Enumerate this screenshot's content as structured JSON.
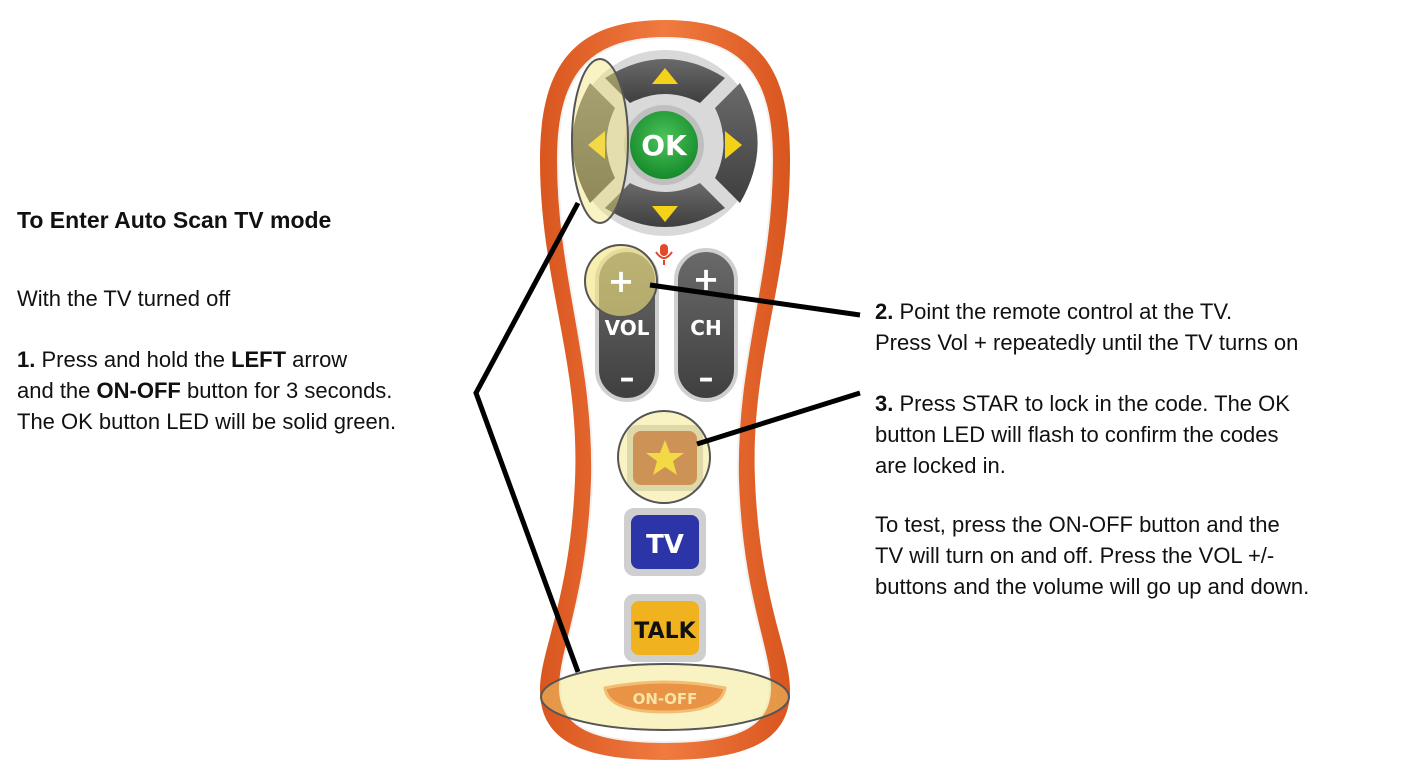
{
  "heading": "To Enter Auto Scan TV mode",
  "intro": "With the TV turned off",
  "step1": {
    "num": "1.",
    "line1_pre": "Press and hold the ",
    "line1_bold": "LEFT",
    "line1_post": " arrow",
    "line2_pre": "and the ",
    "line2_bold": "ON-OFF",
    "line2_post": " button for 3 seconds.",
    "line3": "The OK button LED will be solid green."
  },
  "step2": {
    "num": "2.",
    "line1": " Point the remote control at the TV.",
    "line2": "Press Vol + repeatedly until the TV turns on"
  },
  "step3": {
    "num": "3.",
    "line1": " Press STAR to lock in the code. The OK",
    "line2": "button LED will flash to confirm the codes",
    "line3": "are locked in."
  },
  "test": {
    "line1": "To test, press the ON-OFF button and the",
    "line2": "TV will turn on and off. Press the VOL +/-",
    "line3": "buttons and the volume will go up and down."
  },
  "remote": {
    "ok_label": "OK",
    "vol_label": "VOL",
    "ch_label": "CH",
    "plus_symbol": "+",
    "minus_symbol": "–",
    "tv_label": "TV",
    "talk_label": "TALK",
    "onoff_label": "ON-OFF"
  },
  "colors": {
    "body_orange": "#e8672f",
    "ok_green": "#22a33a",
    "tv_blue": "#2b35a8",
    "talk_yellow": "#f0b21f",
    "highlight": "#f1e27a",
    "arrow_yellow": "#f5d21a"
  }
}
